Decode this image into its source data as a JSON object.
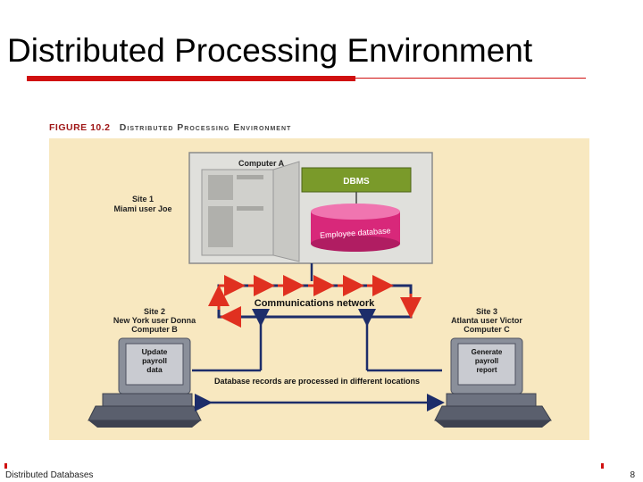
{
  "slide": {
    "title": "Distributed Processing Environment",
    "footer_left": "Distributed Databases",
    "page_number": "8"
  },
  "figure": {
    "number": "FIGURE 10.2",
    "caption": "Distributed Processing Environment",
    "computer_a": "Computer A",
    "dbms": "DBMS",
    "employee_db": "Employee database",
    "site1_line1": "Site 1",
    "site1_line2": "Miami user Joe",
    "network": "Communications network",
    "site2_line1": "Site 2",
    "site2_line2": "New York user Donna",
    "site2_line3": "Computer B",
    "site3_line1": "Site 3",
    "site3_line2": "Atlanta user Victor",
    "site3_line3": "Computer C",
    "screen_b": [
      "Update",
      "payroll",
      "data"
    ],
    "screen_c": [
      "Generate",
      "payroll",
      "report"
    ],
    "bottom_caption": "Database records are processed in different locations"
  },
  "colors": {
    "accent_red": "#d01010",
    "figure_bg": "#f8e8c0",
    "dbms_green": "#7a9a2a",
    "db_magenta": "#d8287a",
    "arrow_navy": "#1d2d6a"
  }
}
